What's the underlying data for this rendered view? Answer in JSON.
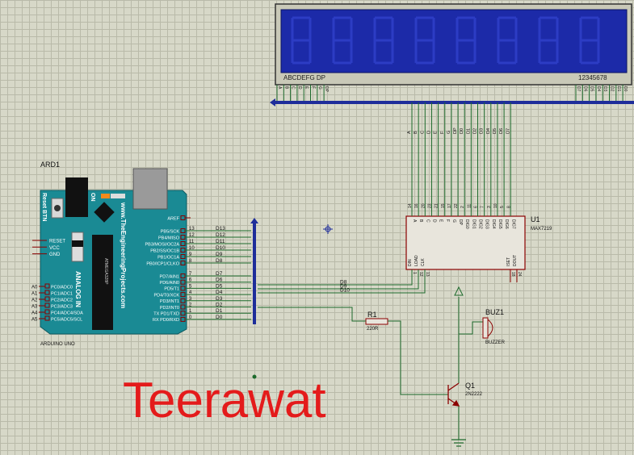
{
  "arduino": {
    "ref": "ARD1",
    "model": "ARDUINO UNO",
    "brand": "www.TheEngineeringProjects.com",
    "on_label": "ON",
    "reset_label": "Reset BTN",
    "analog_label": "ANALOG IN",
    "chip_label": "ATMEGA328P",
    "left_pins": [
      "RESET",
      "VCC",
      "GND"
    ],
    "analog_pins": [
      {
        "num": "A0",
        "name": "PC0/ADC0"
      },
      {
        "num": "A1",
        "name": "PC1/ADC1"
      },
      {
        "num": "A2",
        "name": "PC2/ADC2"
      },
      {
        "num": "A3",
        "name": "PC3/ADC3"
      },
      {
        "num": "A4",
        "name": "PC4/ADC4/SDA"
      },
      {
        "num": "A5",
        "name": "PC5/ADC5/SCL"
      }
    ],
    "right_pins": [
      {
        "name": "AREF",
        "num": ""
      },
      {
        "name": "PB5/SCK",
        "num": "13",
        "net": "D13"
      },
      {
        "name": "PB4/MISO",
        "num": "12",
        "net": "D12"
      },
      {
        "name": "PB3/MOSI/OC2A",
        "num": "11",
        "net": "D11"
      },
      {
        "name": "PB2/SS/OC1B",
        "num": "10",
        "net": "D10"
      },
      {
        "name": "PB1/OC1A",
        "num": "9",
        "net": "D9"
      },
      {
        "name": "PB0/ICP1/CLKO",
        "num": "8",
        "net": "D8"
      },
      {
        "name": "PD7/AIN1",
        "num": "7",
        "net": "D7"
      },
      {
        "name": "PD6/AIN0",
        "num": "6",
        "net": "D6"
      },
      {
        "name": "PD5/T1",
        "num": "5",
        "net": "D5"
      },
      {
        "name": "PD4/T0/XCK",
        "num": "4",
        "net": "D4"
      },
      {
        "name": "PD3/INT1",
        "num": "3",
        "net": "D3"
      },
      {
        "name": "PD2/INT0",
        "num": "2",
        "net": "D2"
      },
      {
        "name": "TX PD1/TXD",
        "num": "1",
        "net": "D1"
      },
      {
        "name": "RX PD0/RXD",
        "num": "0",
        "net": "D0"
      }
    ]
  },
  "display": {
    "seg_label": "ABCDEFG DP",
    "digit_label": "12345678",
    "seg_pins": [
      "A",
      "B",
      "C",
      "D",
      "E",
      "F",
      "G",
      "DP"
    ],
    "digit_pins": [
      "D7",
      "D6",
      "D5",
      "D4",
      "D3",
      "D2",
      "D1",
      "D0"
    ]
  },
  "max7219": {
    "ref": "U1",
    "model": "MAX7219",
    "top_pins": [
      {
        "num": "14",
        "name": "A"
      },
      {
        "num": "16",
        "name": "B"
      },
      {
        "num": "20",
        "name": "C"
      },
      {
        "num": "23",
        "name": "D"
      },
      {
        "num": "21",
        "name": "E"
      },
      {
        "num": "15",
        "name": "F"
      },
      {
        "num": "17",
        "name": "G"
      },
      {
        "num": "22",
        "name": "DP"
      },
      {
        "num": "2",
        "name": "DIG0"
      },
      {
        "num": "11",
        "name": "DIG1"
      },
      {
        "num": "6",
        "name": "DIG2"
      },
      {
        "num": "7",
        "name": "DIG3"
      },
      {
        "num": "3",
        "name": "DIG4"
      },
      {
        "num": "10",
        "name": "DIG5"
      },
      {
        "num": "5",
        "name": "DIG6"
      },
      {
        "num": "8",
        "name": "DIG7"
      }
    ],
    "top_net_labels": [
      "A",
      "B",
      "C",
      "D",
      "E",
      "F",
      "G",
      "DP",
      "D0",
      "D1",
      "D2",
      "D3",
      "D4",
      "D5",
      "D6",
      "D7"
    ],
    "bottom_left": [
      {
        "name": "DIN",
        "num": "1"
      },
      {
        "name": "LOAD",
        "num": "12"
      },
      {
        "name": "CLK",
        "num": "13"
      }
    ],
    "bottom_right": [
      {
        "name": "ISET",
        "num": "18"
      },
      {
        "name": "DOUT",
        "num": "24"
      }
    ],
    "bus_nets": [
      "D8",
      "D9",
      "D10"
    ]
  },
  "resistor": {
    "ref": "R1",
    "value": "220R"
  },
  "buzzer": {
    "ref": "BUZ1",
    "model": "BUZZER"
  },
  "transistor": {
    "ref": "Q1",
    "model": "2N2222"
  },
  "watermark": "Teerawat",
  "colors": {
    "wire": "#1d6a2c",
    "bus": "#1e2d9a",
    "component": "#8b0000",
    "lcd": "#1c2aa8",
    "board": "#1a8a94",
    "watermark": "#e41b1b"
  }
}
